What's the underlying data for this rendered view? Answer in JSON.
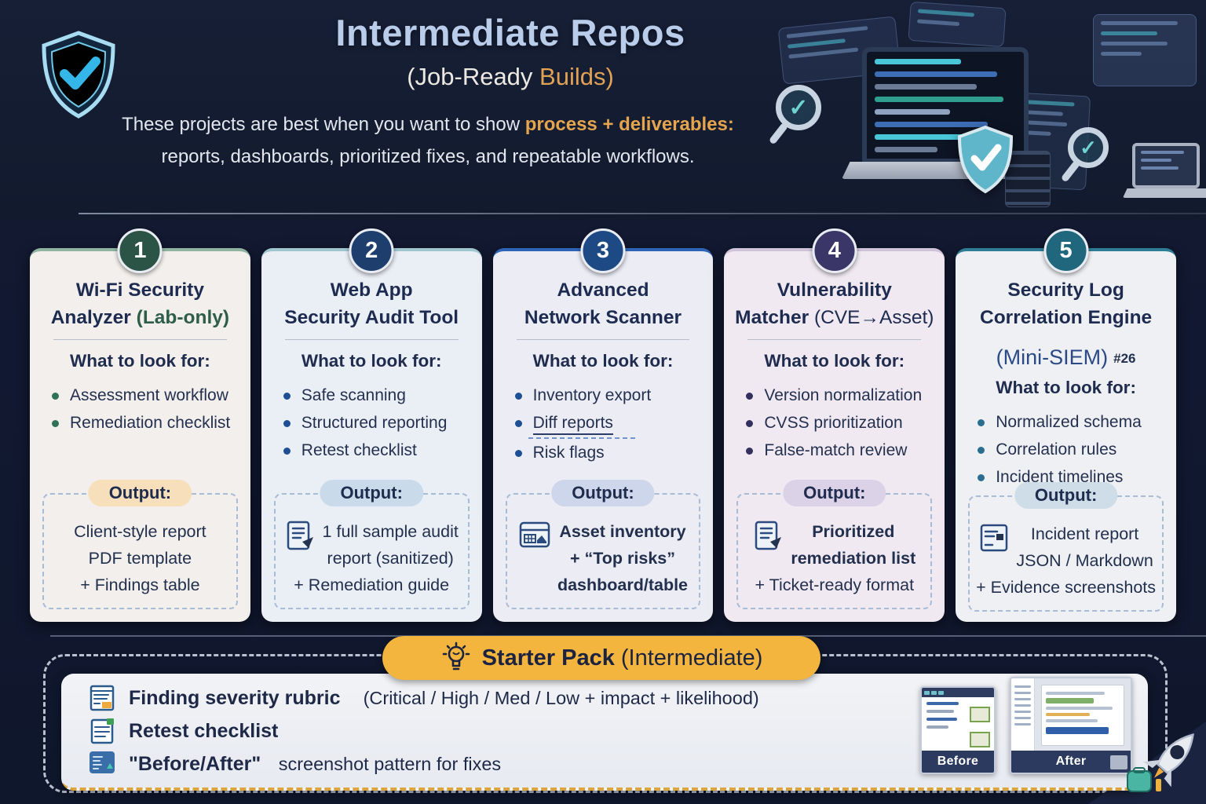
{
  "hero": {
    "title": "Intermediate Repos",
    "subtitle_plain": "(Job-Ready ",
    "subtitle_accent": "Builds)",
    "desc_line1_plain": "These projects are best when you want to show ",
    "desc_line1_accent": "process + deliverables:",
    "desc_line2": "reports, dashboards, prioritized fixes, and repeatable workflows.",
    "shield_icon": "shield-check-icon"
  },
  "cards": [
    {
      "number": "1",
      "badge_color": "#2c5446",
      "accent_color": "#8fb3a0",
      "bg_color": "#f2efec",
      "suffix_color": "#2f5d4b",
      "title_lines": [
        [
          {
            "t": "Wi-Fi Security"
          }
        ],
        [
          {
            "t": "Analyzer "
          },
          {
            "t": "(Lab-only)",
            "c": "suffix"
          }
        ]
      ],
      "look_for_label": "What to look for:",
      "bullet_color": "#2f7257",
      "bullets": [
        {
          "t": "Assessment workflow"
        },
        {
          "t": "Remediation checklist"
        }
      ],
      "output_label": "Output:",
      "pill_bg": "#f6dfba",
      "output_icon": "",
      "output_lines": [
        {
          "t": "Client-style report"
        },
        {
          "t": "PDF template"
        },
        {
          "t": "+ Findings table"
        }
      ]
    },
    {
      "number": "2",
      "badge_color": "#1e3f6d",
      "accent_color": "#9fc6cf",
      "bg_color": "#eaeef5",
      "title_lines": [
        [
          {
            "t": "Web App"
          }
        ],
        [
          {
            "t": "Security Audit Tool"
          }
        ]
      ],
      "look_for_label": "What to look for:",
      "bullet_color": "#1d4f94",
      "bullets": [
        {
          "t": "Safe scanning"
        },
        {
          "t": "Structured reporting"
        },
        {
          "t": "Retest checklist"
        }
      ],
      "output_label": "Output:",
      "pill_bg": "#c9dbeb",
      "output_icon": "document-pen-icon",
      "output_lines": [
        {
          "t": "1 full sample audit"
        },
        {
          "t": "report (sanitized)"
        }
      ],
      "output_extra": "+ Remediation guide"
    },
    {
      "number": "3",
      "badge_color": "#1d4a85",
      "accent_color": "#2f63b5",
      "bg_color": "#ebecf4",
      "title_lines": [
        [
          {
            "t": "Advanced"
          }
        ],
        [
          {
            "t": "Network Scanner"
          }
        ]
      ],
      "look_for_label": "What to look for:",
      "bullet_color": "#1d4f94",
      "bullets": [
        {
          "t": "Inventory export"
        },
        {
          "t": "Diff reports",
          "u": true
        },
        {
          "t": "Risk flags"
        }
      ],
      "output_label": "Output:",
      "pill_bg": "#cdd6ea",
      "output_icon": "table-window-icon",
      "output_lines": [
        {
          "t": "Asset inventory",
          "b": true
        },
        {
          "t": "+ “Top risks”",
          "b": true
        },
        {
          "t": "dashboard/table",
          "b": true
        }
      ]
    },
    {
      "number": "4",
      "badge_color": "#3a3668",
      "accent_color": "#cfc3da",
      "bg_color": "#f0e9f1",
      "title_lines": [
        [
          {
            "t": "Vulnerability"
          }
        ],
        [
          {
            "t": "Matcher "
          },
          {
            "t": "(CVE→Asset)",
            "c": "plain"
          }
        ]
      ],
      "look_for_label": "What to look for:",
      "bullet_color": "#34305e",
      "bullets": [
        {
          "t": "Version normalization"
        },
        {
          "t": "CVSS prioritization"
        },
        {
          "t": "False-match review"
        }
      ],
      "output_label": "Output:",
      "pill_bg": "#dcd2e8",
      "output_icon": "document-pen-icon",
      "output_lines": [
        {
          "t": "Prioritized",
          "b": true
        },
        {
          "t": "remediation list",
          "b": true
        }
      ],
      "output_extra": "+ Ticket-ready format"
    },
    {
      "number": "5",
      "badge_color": "#20677e",
      "accent_color": "#2e7d95",
      "bg_color": "#eff0f3",
      "title_lines": [
        [
          {
            "t": "Security Log"
          }
        ],
        [
          {
            "t": "Correlation Engine"
          }
        ]
      ],
      "subtitle": "(Mini-SIEM)",
      "subtitle_tag": "#26",
      "look_for_label": "What to look for:",
      "bullet_color": "#2a6d8f",
      "bullets": [
        {
          "t": "Normalized schema"
        },
        {
          "t": "Correlation rules"
        },
        {
          "t": "Incident timelines"
        }
      ],
      "output_label": "Output:",
      "pill_bg": "#cfdde9",
      "output_icon": "report-window-icon",
      "output_lines": [
        {
          "t": "Incident report"
        },
        {
          "t": "JSON / Markdown"
        }
      ],
      "output_extra": "+ Evidence screenshots"
    }
  ],
  "starter": {
    "heading_bold": "Starter Pack",
    "heading_rest": " (Intermediate)",
    "bulb_icon": "lightbulb-icon",
    "items": [
      {
        "icon": "rubric-doc-icon",
        "bold": "Finding severity rubric",
        "rest": "  (Critical / High / Med / Low + impact + likelihood)"
      },
      {
        "icon": "checklist-doc-icon",
        "bold": "Retest checklist",
        "rest": ""
      },
      {
        "icon": "screenshot-icon",
        "bold": "\"Before/After\"",
        "rest": " screenshot pattern for fixes"
      }
    ],
    "before_label": "Before",
    "after_label": "After",
    "rocket_icon": "rocket-icon"
  },
  "colors": {
    "accent_orange": "#e5a44e",
    "pill_yellow": "#f3b53e",
    "navy_label": "#2b3a5e",
    "title_blue": "#b9cdea"
  }
}
